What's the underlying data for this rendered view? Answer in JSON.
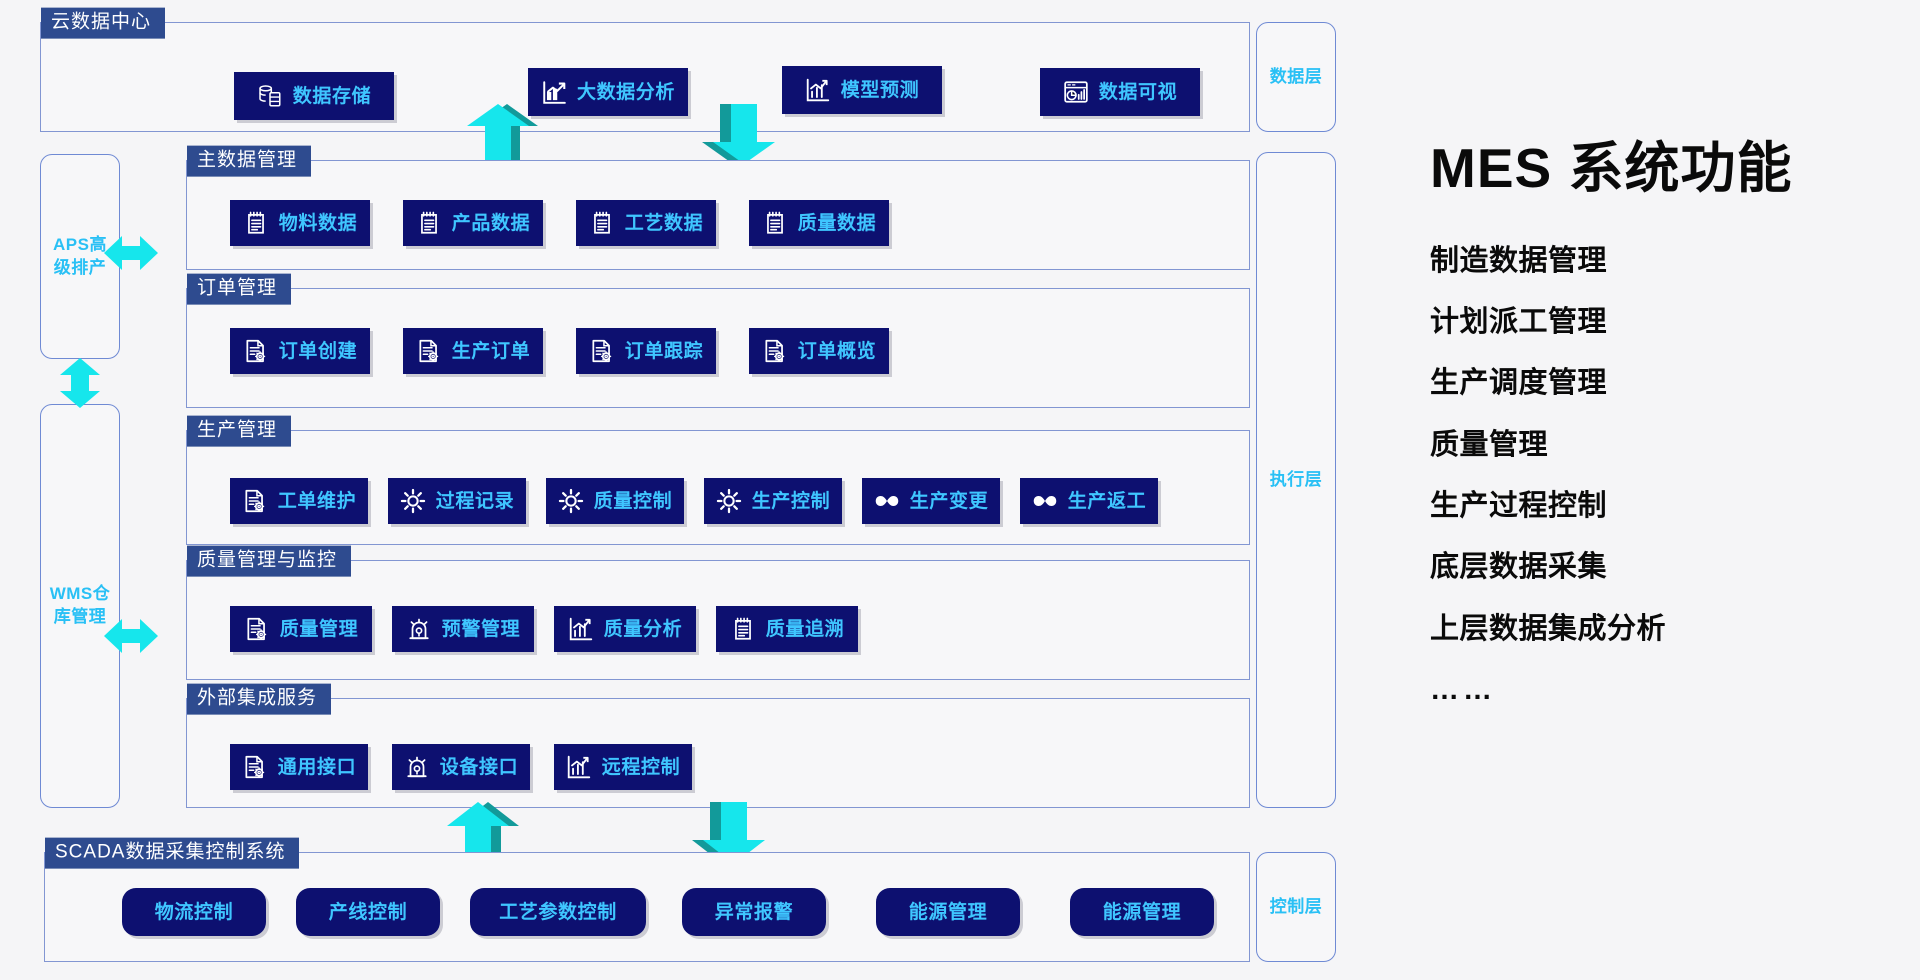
{
  "layers": {
    "data_layer": "数据层",
    "execution_layer": "执行层",
    "control_layer": "控制层"
  },
  "side_systems": {
    "aps": "APS高\n级排产",
    "aps_line1": "APS高",
    "aps_line2": "级排产",
    "wms_line1": "WMS仓",
    "wms_line2": "库管理"
  },
  "sections": {
    "cloud": {
      "title": "云数据中心",
      "items": [
        {
          "label": "数据存储",
          "icon": "database-icon"
        },
        {
          "label": "大数据分析",
          "icon": "trend-chart-icon"
        },
        {
          "label": "模型预测",
          "icon": "bar-trend-icon"
        },
        {
          "label": "数据可视",
          "icon": "dashboard-icon"
        }
      ]
    },
    "master_data": {
      "title": "主数据管理",
      "items": [
        {
          "label": "物料数据",
          "icon": "clipboard-icon"
        },
        {
          "label": "产品数据",
          "icon": "clipboard-icon"
        },
        {
          "label": "工艺数据",
          "icon": "clipboard-icon"
        },
        {
          "label": "质量数据",
          "icon": "clipboard-icon"
        }
      ]
    },
    "order_mgmt": {
      "title": "订单管理",
      "items": [
        {
          "label": "订单创建",
          "icon": "doc-gear-icon"
        },
        {
          "label": "生产订单",
          "icon": "doc-gear-icon"
        },
        {
          "label": "订单跟踪",
          "icon": "doc-gear-icon"
        },
        {
          "label": "订单概览",
          "icon": "doc-gear-icon"
        }
      ]
    },
    "production_mgmt": {
      "title": "生产管理",
      "items": [
        {
          "label": "工单维护",
          "icon": "doc-gear-icon"
        },
        {
          "label": "过程记录",
          "icon": "gear-icon"
        },
        {
          "label": "质量控制",
          "icon": "gear-icon"
        },
        {
          "label": "生产控制",
          "icon": "gear-icon"
        },
        {
          "label": "生产变更",
          "icon": "infinity-icon"
        },
        {
          "label": "生产返工",
          "icon": "infinity-icon"
        }
      ]
    },
    "quality_mgmt": {
      "title": "质量管理与监控",
      "items": [
        {
          "label": "质量管理",
          "icon": "doc-gear-icon"
        },
        {
          "label": "预警管理",
          "icon": "alarm-icon"
        },
        {
          "label": "质量分析",
          "icon": "bar-trend-icon"
        },
        {
          "label": "质量追溯",
          "icon": "clipboard-icon"
        }
      ]
    },
    "external": {
      "title": "外部集成服务",
      "items": [
        {
          "label": "通用接口",
          "icon": "doc-gear-icon"
        },
        {
          "label": "设备接口",
          "icon": "alarm-icon"
        },
        {
          "label": "远程控制",
          "icon": "bar-trend-icon"
        }
      ]
    },
    "scada": {
      "title": "SCADA数据采集控制系统",
      "items": [
        {
          "label": "物流控制"
        },
        {
          "label": "产线控制"
        },
        {
          "label": "工艺参数控制"
        },
        {
          "label": "异常报警"
        },
        {
          "label": "能源管理"
        },
        {
          "label": "能源管理"
        }
      ]
    }
  },
  "info": {
    "title": "MES 系统功能",
    "features": [
      "制造数据管理",
      "计划派工管理",
      "生产调度管理",
      "质量管理",
      "生产过程控制",
      "底层数据采集",
      "上层数据集成分析",
      "……"
    ]
  },
  "colors": {
    "chip_bg": "#0d1070",
    "chip_text": "#3fc6ff",
    "title_bar": "#2e4b8f",
    "panel_border": "#8296d2",
    "arrow_cyan": "#16e6ec",
    "arrow_teal": "#129a9a",
    "layer_text": "#29c0f5",
    "page_bg": "#f5f5f7"
  }
}
